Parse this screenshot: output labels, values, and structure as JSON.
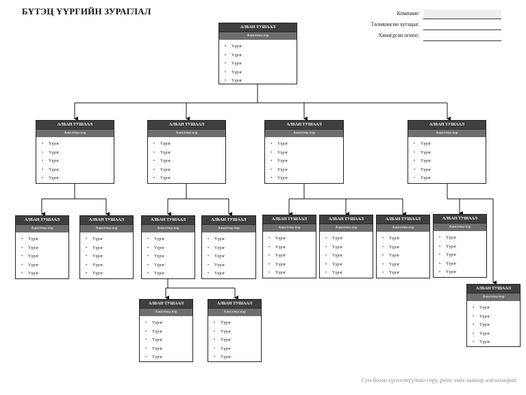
{
  "title": "БҮТЭЦ ҮҮРГИЙН ЗУРАГЛАЛ",
  "meta": {
    "company_label": "Компани:",
    "company_value": "",
    "updated_label": "Төлөвлөсөн хугацаа:",
    "updated_value": "",
    "approved_label": "Хянагдсан огноо:",
    "approved_value": ""
  },
  "node_template": {
    "title": "АЛБАН ТУШААЛ",
    "subtitle": "Ажилтны нэр",
    "bullet": "•",
    "items": [
      "Үүрэг",
      "Үүрэг",
      "Үүрэг",
      "Үүрэг",
      "Үүрэг"
    ]
  },
  "nodes": [
    {
      "id": "top"
    },
    {
      "id": "l1-a"
    },
    {
      "id": "l1-b"
    },
    {
      "id": "l1-c"
    },
    {
      "id": "l1-d"
    },
    {
      "id": "l2-a1"
    },
    {
      "id": "l2-a2"
    },
    {
      "id": "l2-b1"
    },
    {
      "id": "l2-b2"
    },
    {
      "id": "l2-c1"
    },
    {
      "id": "l2-c2"
    },
    {
      "id": "l2-c3"
    },
    {
      "id": "l2-d1"
    },
    {
      "id": "l3-b1"
    },
    {
      "id": "l3-b2"
    },
    {
      "id": "l3-d1"
    }
  ],
  "footer": "Сум болон хүснэгтүүдийг copy, paste хийх замаар ажиллаарай"
}
